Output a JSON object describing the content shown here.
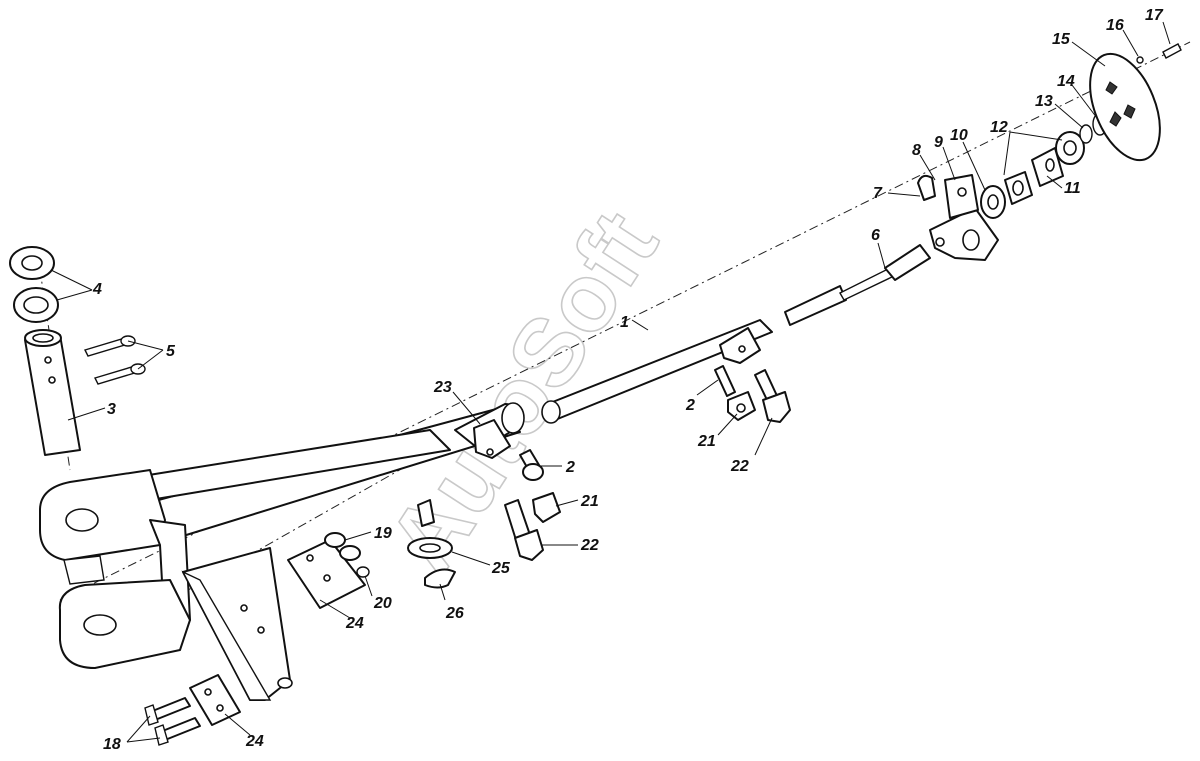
{
  "diagram": {
    "watermark": "AutoSoft",
    "callouts": [
      {
        "id": "c1",
        "text": "1"
      },
      {
        "id": "c2a",
        "text": "2"
      },
      {
        "id": "c2b",
        "text": "2"
      },
      {
        "id": "c3",
        "text": "3"
      },
      {
        "id": "c4",
        "text": "4"
      },
      {
        "id": "c5",
        "text": "5"
      },
      {
        "id": "c6",
        "text": "6"
      },
      {
        "id": "c7",
        "text": "7"
      },
      {
        "id": "c8",
        "text": "8"
      },
      {
        "id": "c9",
        "text": "9"
      },
      {
        "id": "c10",
        "text": "10"
      },
      {
        "id": "c11",
        "text": "11"
      },
      {
        "id": "c12",
        "text": "12"
      },
      {
        "id": "c13",
        "text": "13"
      },
      {
        "id": "c14",
        "text": "14"
      },
      {
        "id": "c15",
        "text": "15"
      },
      {
        "id": "c16",
        "text": "16"
      },
      {
        "id": "c17",
        "text": "17"
      },
      {
        "id": "c18",
        "text": "18"
      },
      {
        "id": "c19",
        "text": "19"
      },
      {
        "id": "c20",
        "text": "20"
      },
      {
        "id": "c21a",
        "text": "21"
      },
      {
        "id": "c21b",
        "text": "21"
      },
      {
        "id": "c22a",
        "text": "22"
      },
      {
        "id": "c22b",
        "text": "22"
      },
      {
        "id": "c23",
        "text": "23"
      },
      {
        "id": "c24a",
        "text": "24"
      },
      {
        "id": "c24b",
        "text": "24"
      },
      {
        "id": "c25",
        "text": "25"
      },
      {
        "id": "c26",
        "text": "26"
      }
    ]
  }
}
